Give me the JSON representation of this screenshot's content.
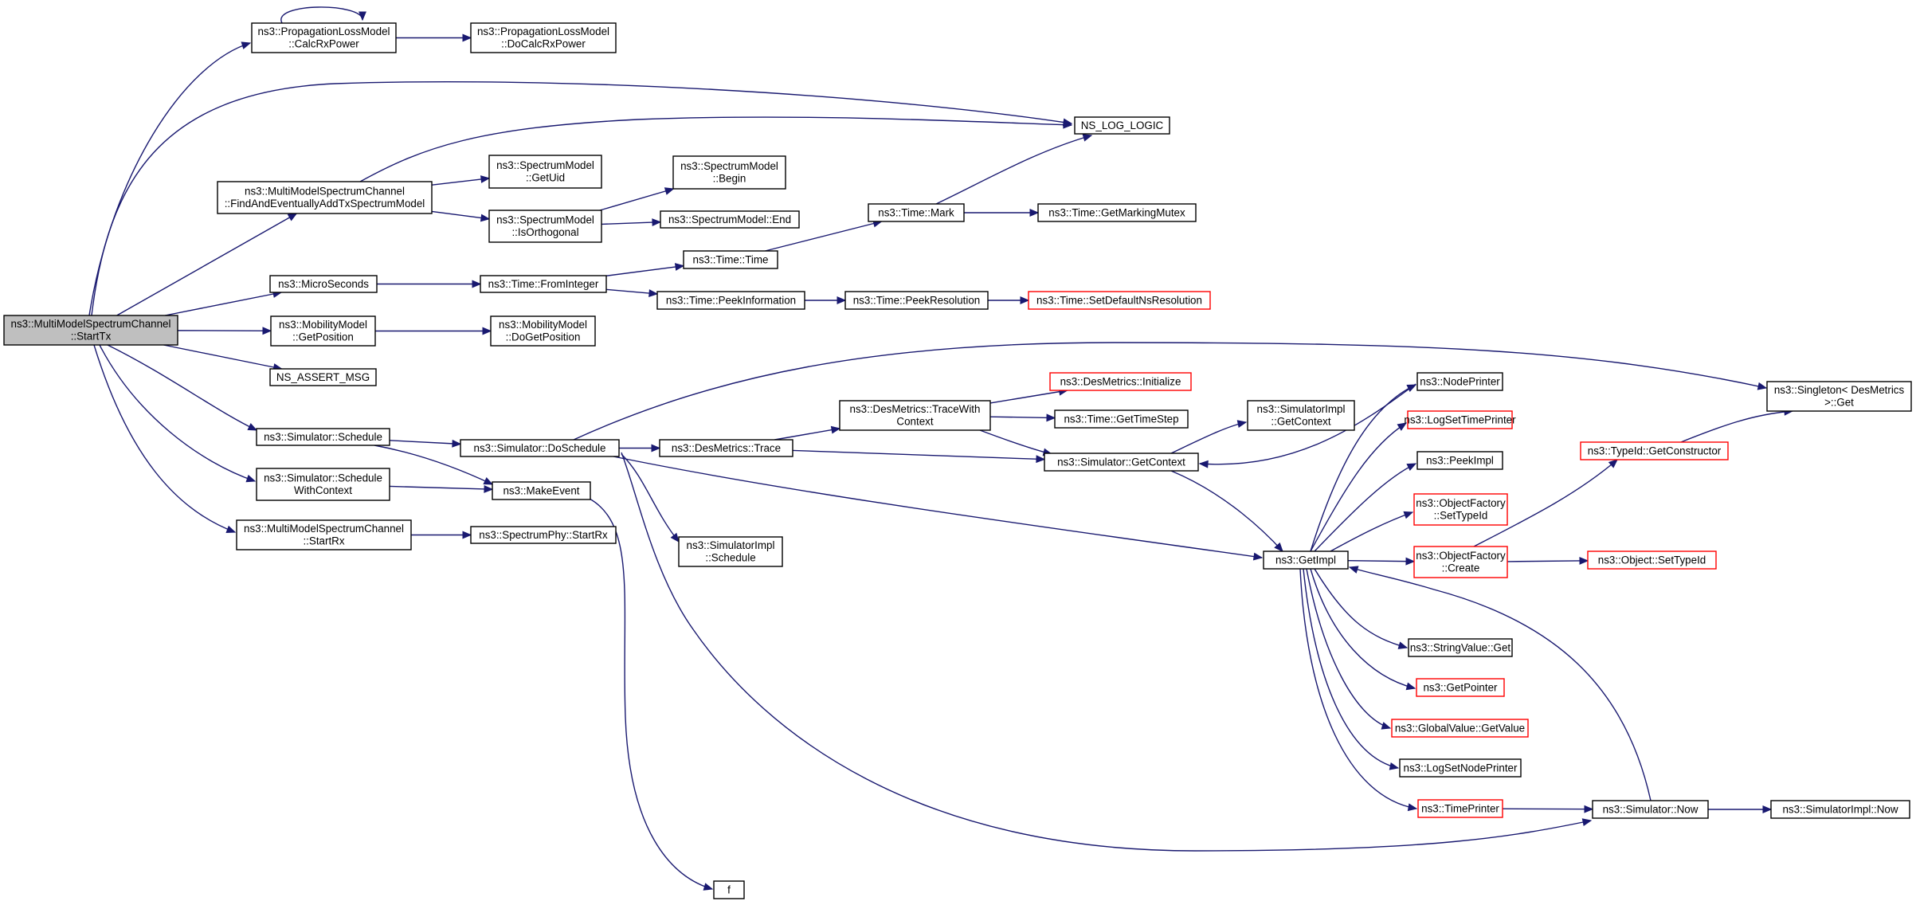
{
  "nodes": [
    {
      "id": "starttx",
      "lines": [
        "ns3::MultiModelSpectrumChannel",
        "::StartTx"
      ],
      "style": "root"
    },
    {
      "id": "calcrx",
      "lines": [
        "ns3::PropagationLossModel",
        "::CalcRxPower"
      ],
      "style": "normal"
    },
    {
      "id": "docalcrx",
      "lines": [
        "ns3::PropagationLossModel",
        "::DoCalcRxPower"
      ],
      "style": "normal"
    },
    {
      "id": "nslog",
      "lines": [
        "NS_LOG_LOGIC"
      ],
      "style": "normal"
    },
    {
      "id": "findadd",
      "lines": [
        "ns3::MultiModelSpectrumChannel",
        "::FindAndEventuallyAddTxSpectrumModel"
      ],
      "style": "normal"
    },
    {
      "id": "getuid",
      "lines": [
        "ns3::SpectrumModel",
        "::GetUid"
      ],
      "style": "normal"
    },
    {
      "id": "isorth",
      "lines": [
        "ns3::SpectrumModel",
        "::IsOrthogonal"
      ],
      "style": "normal"
    },
    {
      "id": "smbegin",
      "lines": [
        "ns3::SpectrumModel",
        "::Begin"
      ],
      "style": "normal"
    },
    {
      "id": "smend",
      "lines": [
        "ns3::SpectrumModel::End"
      ],
      "style": "normal"
    },
    {
      "id": "timemark",
      "lines": [
        "ns3::Time::Mark"
      ],
      "style": "normal"
    },
    {
      "id": "getmarking",
      "lines": [
        "ns3::Time::GetMarkingMutex"
      ],
      "style": "normal"
    },
    {
      "id": "micro",
      "lines": [
        "ns3::MicroSeconds"
      ],
      "style": "normal"
    },
    {
      "id": "frominteger",
      "lines": [
        "ns3::Time::FromInteger"
      ],
      "style": "normal"
    },
    {
      "id": "timetime",
      "lines": [
        "ns3::Time::Time"
      ],
      "style": "normal"
    },
    {
      "id": "peekinfo",
      "lines": [
        "ns3::Time::PeekInformation"
      ],
      "style": "normal"
    },
    {
      "id": "peekres",
      "lines": [
        "ns3::Time::PeekResolution"
      ],
      "style": "normal"
    },
    {
      "id": "setdefault",
      "lines": [
        "ns3::Time::SetDefaultNsResolution"
      ],
      "style": "red"
    },
    {
      "id": "getpos",
      "lines": [
        "ns3::MobilityModel",
        "::GetPosition"
      ],
      "style": "normal"
    },
    {
      "id": "dogetpos",
      "lines": [
        "ns3::MobilityModel",
        "::DoGetPosition"
      ],
      "style": "normal"
    },
    {
      "id": "nsassert",
      "lines": [
        "NS_ASSERT_MSG"
      ],
      "style": "normal"
    },
    {
      "id": "schedule",
      "lines": [
        "ns3::Simulator::Schedule"
      ],
      "style": "normal"
    },
    {
      "id": "doschedule",
      "lines": [
        "ns3::Simulator::DoSchedule"
      ],
      "style": "normal"
    },
    {
      "id": "schedwc",
      "lines": [
        "ns3::Simulator::Schedule",
        "WithContext"
      ],
      "style": "normal"
    },
    {
      "id": "makeevent",
      "lines": [
        "ns3::MakeEvent"
      ],
      "style": "normal"
    },
    {
      "id": "startrx",
      "lines": [
        "ns3::MultiModelSpectrumChannel",
        "::StartRx"
      ],
      "style": "normal"
    },
    {
      "id": "phystartrx",
      "lines": [
        "ns3::SpectrumPhy::StartRx"
      ],
      "style": "normal"
    },
    {
      "id": "trace",
      "lines": [
        "ns3::DesMetrics::Trace"
      ],
      "style": "normal"
    },
    {
      "id": "tracewc",
      "lines": [
        "ns3::DesMetrics::TraceWith",
        "Context"
      ],
      "style": "normal"
    },
    {
      "id": "desinit",
      "lines": [
        "ns3::DesMetrics::Initialize"
      ],
      "style": "red"
    },
    {
      "id": "gettimestep",
      "lines": [
        "ns3::Time::GetTimeStep"
      ],
      "style": "normal"
    },
    {
      "id": "simgetctx",
      "lines": [
        "ns3::Simulator::GetContext"
      ],
      "style": "normal"
    },
    {
      "id": "implgetctx",
      "lines": [
        "ns3::SimulatorImpl",
        "::GetContext"
      ],
      "style": "normal"
    },
    {
      "id": "implsched",
      "lines": [
        "ns3::SimulatorImpl",
        "::Schedule"
      ],
      "style": "normal"
    },
    {
      "id": "getimpl",
      "lines": [
        "ns3::GetImpl"
      ],
      "style": "normal"
    },
    {
      "id": "nodeprinter",
      "lines": [
        "ns3::NodePrinter"
      ],
      "style": "normal"
    },
    {
      "id": "logsettime",
      "lines": [
        "ns3::LogSetTimePrinter"
      ],
      "style": "red"
    },
    {
      "id": "peekimpl",
      "lines": [
        "ns3::PeekImpl"
      ],
      "style": "normal"
    },
    {
      "id": "ofsettype",
      "lines": [
        "ns3::ObjectFactory",
        "::SetTypeId"
      ],
      "style": "red"
    },
    {
      "id": "ofcreate",
      "lines": [
        "ns3::ObjectFactory",
        "::Create"
      ],
      "style": "red"
    },
    {
      "id": "stringget",
      "lines": [
        "ns3::StringValue::Get"
      ],
      "style": "normal"
    },
    {
      "id": "getpointer",
      "lines": [
        "ns3::GetPointer"
      ],
      "style": "red"
    },
    {
      "id": "globalget",
      "lines": [
        "ns3::GlobalValue::GetValue"
      ],
      "style": "red"
    },
    {
      "id": "logsetnode",
      "lines": [
        "ns3::LogSetNodePrinter"
      ],
      "style": "normal"
    },
    {
      "id": "timeprinter",
      "lines": [
        "ns3::TimePrinter"
      ],
      "style": "red"
    },
    {
      "id": "simnow",
      "lines": [
        "ns3::Simulator::Now"
      ],
      "style": "normal"
    },
    {
      "id": "implnow",
      "lines": [
        "ns3::SimulatorImpl::Now"
      ],
      "style": "normal"
    },
    {
      "id": "singleton",
      "lines": [
        "ns3::Singleton< DesMetrics",
        " >::Get"
      ],
      "style": "normal"
    },
    {
      "id": "getctor",
      "lines": [
        "ns3::TypeId::GetConstructor"
      ],
      "style": "red"
    },
    {
      "id": "objsettype",
      "lines": [
        "ns3::Object::SetTypeId"
      ],
      "style": "red"
    },
    {
      "id": "f",
      "lines": [
        "f"
      ],
      "style": "normal"
    }
  ],
  "edges": [
    {
      "from": "starttx",
      "to": "calcrx"
    },
    {
      "from": "calcrx",
      "to": "calcrx"
    },
    {
      "from": "calcrx",
      "to": "docalcrx"
    },
    {
      "from": "starttx",
      "to": "nslog"
    },
    {
      "from": "starttx",
      "to": "findadd"
    },
    {
      "from": "findadd",
      "to": "nslog"
    },
    {
      "from": "findadd",
      "to": "getuid"
    },
    {
      "from": "findadd",
      "to": "isorth"
    },
    {
      "from": "isorth",
      "to": "smbegin"
    },
    {
      "from": "isorth",
      "to": "smend"
    },
    {
      "from": "starttx",
      "to": "micro"
    },
    {
      "from": "micro",
      "to": "frominteger"
    },
    {
      "from": "frominteger",
      "to": "timetime"
    },
    {
      "from": "frominteger",
      "to": "peekinfo"
    },
    {
      "from": "timetime",
      "to": "timemark"
    },
    {
      "from": "timemark",
      "to": "nslog"
    },
    {
      "from": "timemark",
      "to": "getmarking"
    },
    {
      "from": "peekinfo",
      "to": "peekres"
    },
    {
      "from": "peekres",
      "to": "setdefault"
    },
    {
      "from": "starttx",
      "to": "getpos"
    },
    {
      "from": "getpos",
      "to": "dogetpos"
    },
    {
      "from": "starttx",
      "to": "nsassert"
    },
    {
      "from": "starttx",
      "to": "schedule"
    },
    {
      "from": "starttx",
      "to": "schedwc"
    },
    {
      "from": "starttx",
      "to": "startrx"
    },
    {
      "from": "schedule",
      "to": "doschedule"
    },
    {
      "from": "schedule",
      "to": "makeevent"
    },
    {
      "from": "schedwc",
      "to": "makeevent"
    },
    {
      "from": "startrx",
      "to": "phystartrx"
    },
    {
      "from": "makeevent",
      "to": "f"
    },
    {
      "from": "doschedule",
      "to": "singleton"
    },
    {
      "from": "doschedule",
      "to": "trace"
    },
    {
      "from": "doschedule",
      "to": "getimpl"
    },
    {
      "from": "doschedule",
      "to": "implsched"
    },
    {
      "from": "doschedule",
      "to": "simnow"
    },
    {
      "from": "trace",
      "to": "tracewc"
    },
    {
      "from": "trace",
      "to": "simgetctx"
    },
    {
      "from": "tracewc",
      "to": "desinit"
    },
    {
      "from": "tracewc",
      "to": "gettimestep"
    },
    {
      "from": "tracewc",
      "to": "simgetctx"
    },
    {
      "from": "simgetctx",
      "to": "implgetctx"
    },
    {
      "from": "simgetctx",
      "to": "getimpl"
    },
    {
      "from": "nodeprinter",
      "to": "simgetctx"
    },
    {
      "from": "getimpl",
      "to": "nodeprinter"
    },
    {
      "from": "getimpl",
      "to": "logsettime"
    },
    {
      "from": "getimpl",
      "to": "peekimpl"
    },
    {
      "from": "getimpl",
      "to": "ofsettype"
    },
    {
      "from": "getimpl",
      "to": "ofcreate"
    },
    {
      "from": "getimpl",
      "to": "stringget"
    },
    {
      "from": "getimpl",
      "to": "getpointer"
    },
    {
      "from": "getimpl",
      "to": "globalget"
    },
    {
      "from": "getimpl",
      "to": "logsetnode"
    },
    {
      "from": "getimpl",
      "to": "timeprinter"
    },
    {
      "from": "ofcreate",
      "to": "getctor"
    },
    {
      "from": "ofcreate",
      "to": "objsettype"
    },
    {
      "from": "getctor",
      "to": "singleton"
    },
    {
      "from": "timeprinter",
      "to": "simnow"
    },
    {
      "from": "simnow",
      "to": "implnow"
    },
    {
      "from": "simnow",
      "to": "getimpl"
    }
  ]
}
